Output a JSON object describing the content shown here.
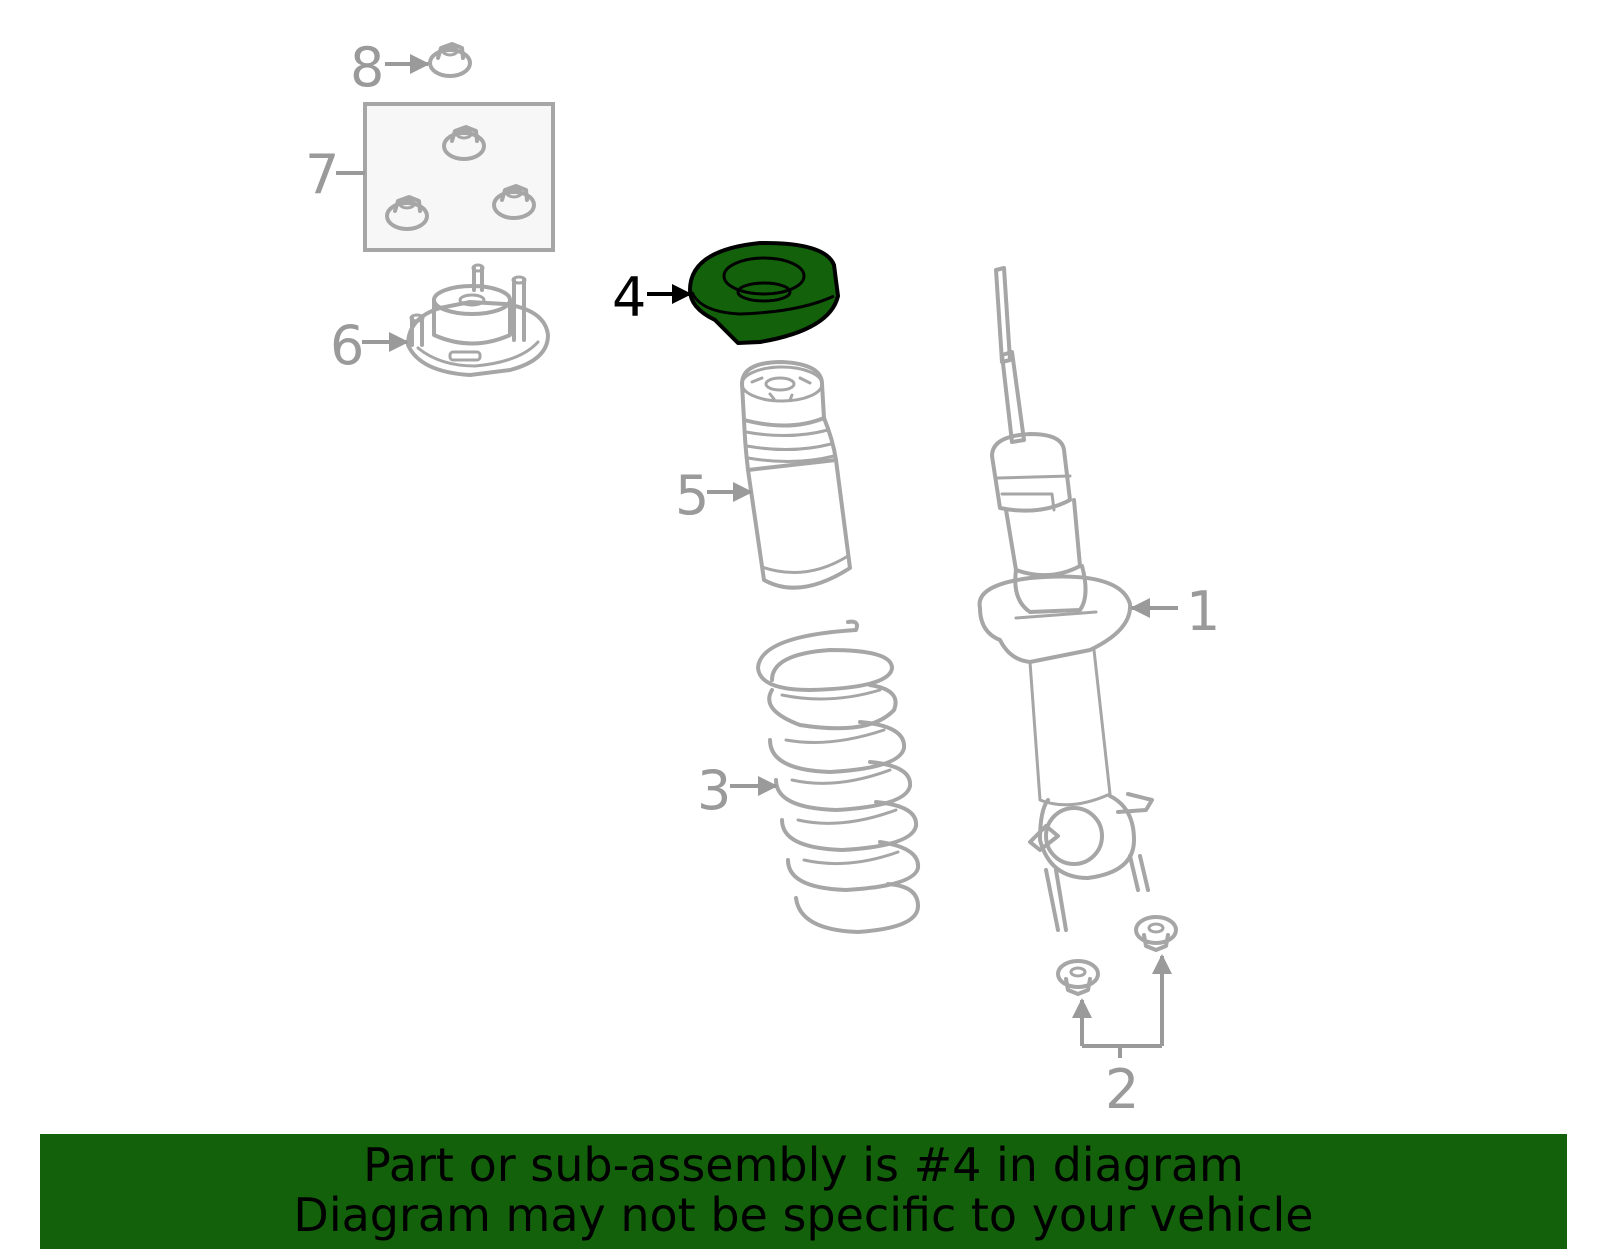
{
  "diagram": {
    "highlighted_part": "4",
    "highlight_color": "#13620b",
    "line_color": "#a6a6a6",
    "callouts": {
      "c1": "1",
      "c2": "2",
      "c3": "3",
      "c4": "4",
      "c5": "5",
      "c6": "6",
      "c7": "7",
      "c8": "8"
    }
  },
  "banner": {
    "line1": "Part or sub-assembly is #4 in diagram",
    "line2": "Diagram may not be specific to your vehicle",
    "background": "#13620b"
  }
}
